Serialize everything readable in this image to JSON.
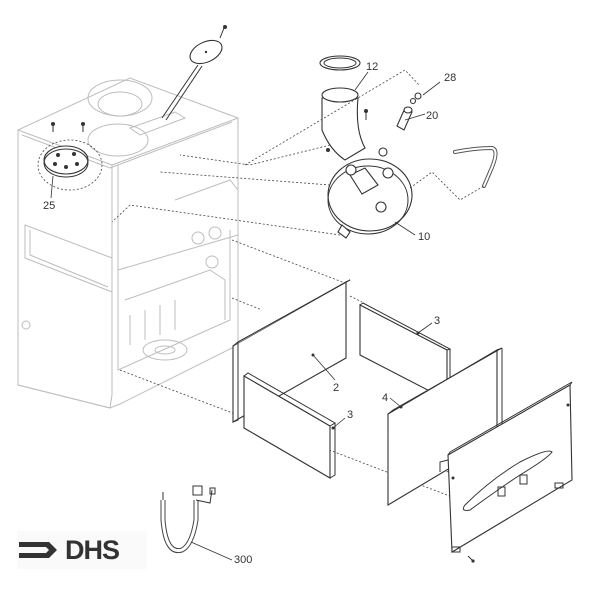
{
  "diagram": {
    "type": "exploded-parts-view",
    "logo": {
      "text": "DHS",
      "icon": "arrow-right-logo-icon"
    },
    "callouts": [
      {
        "id": "12",
        "label": "12",
        "part": "flue-adapter-seal-and-elbow"
      },
      {
        "id": "28",
        "label": "28",
        "part": "nozzle-fitting"
      },
      {
        "id": "20",
        "label": "20",
        "part": "sensor-tube"
      },
      {
        "id": "10",
        "label": "10",
        "part": "fan-assembly"
      },
      {
        "id": "25",
        "label": "25",
        "part": "gas-valve-burner-plate"
      },
      {
        "id": "3a",
        "label": "3",
        "part": "side-insulation-panel-rear"
      },
      {
        "id": "2",
        "label": "2",
        "part": "rear-insulation-panel"
      },
      {
        "id": "3b",
        "label": "3",
        "part": "side-insulation-panel-front"
      },
      {
        "id": "4",
        "label": "4",
        "part": "front-insulation-panel"
      },
      {
        "id": "300",
        "label": "300",
        "part": "wiring-harness"
      }
    ]
  }
}
